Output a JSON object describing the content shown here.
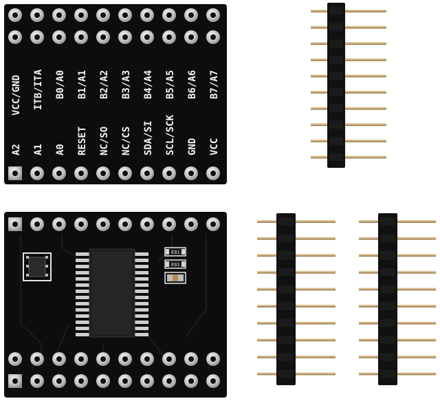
{
  "photo": {
    "board_top": {
      "labels_upper": [
        "VCC/GND",
        "ITB/ITA",
        "B0/A0",
        "B1/A1",
        "B2/A2",
        "B3/A3",
        "B4/A4",
        "B5/A5",
        "B6/A6",
        "B7/A7"
      ],
      "labels_lower": [
        "A2",
        "A1",
        "A0",
        "RESET",
        "NC/SO",
        "NC/CS",
        "SDA/SI",
        "SCL/SCK",
        "GND",
        "VCC"
      ]
    },
    "board_bottom": {
      "component_labels": [
        "E01",
        "E01"
      ]
    },
    "colors": {
      "pcb": "#0d0d0d",
      "silkscreen": "#f2f2f2",
      "pad": "#c8c8c8",
      "pin": "#c9a978",
      "header_body": "#111111"
    }
  }
}
